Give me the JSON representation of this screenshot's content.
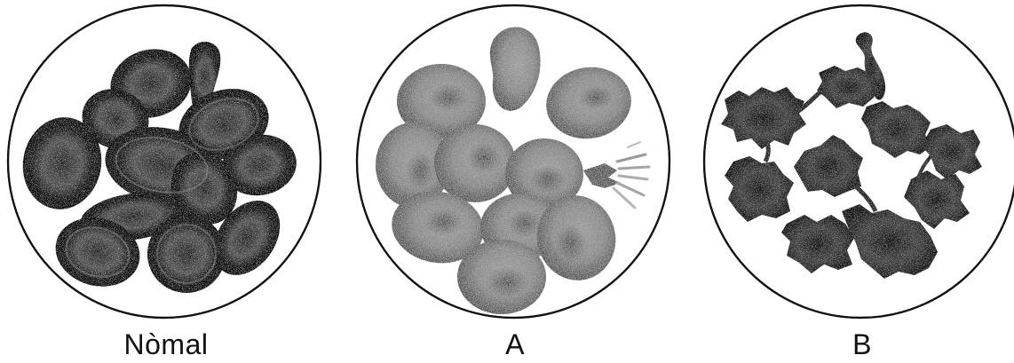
{
  "panels": [
    {
      "id": "normal",
      "label": "Nòmal"
    },
    {
      "id": "a",
      "label": "A"
    },
    {
      "id": "b",
      "label": "B"
    }
  ]
}
